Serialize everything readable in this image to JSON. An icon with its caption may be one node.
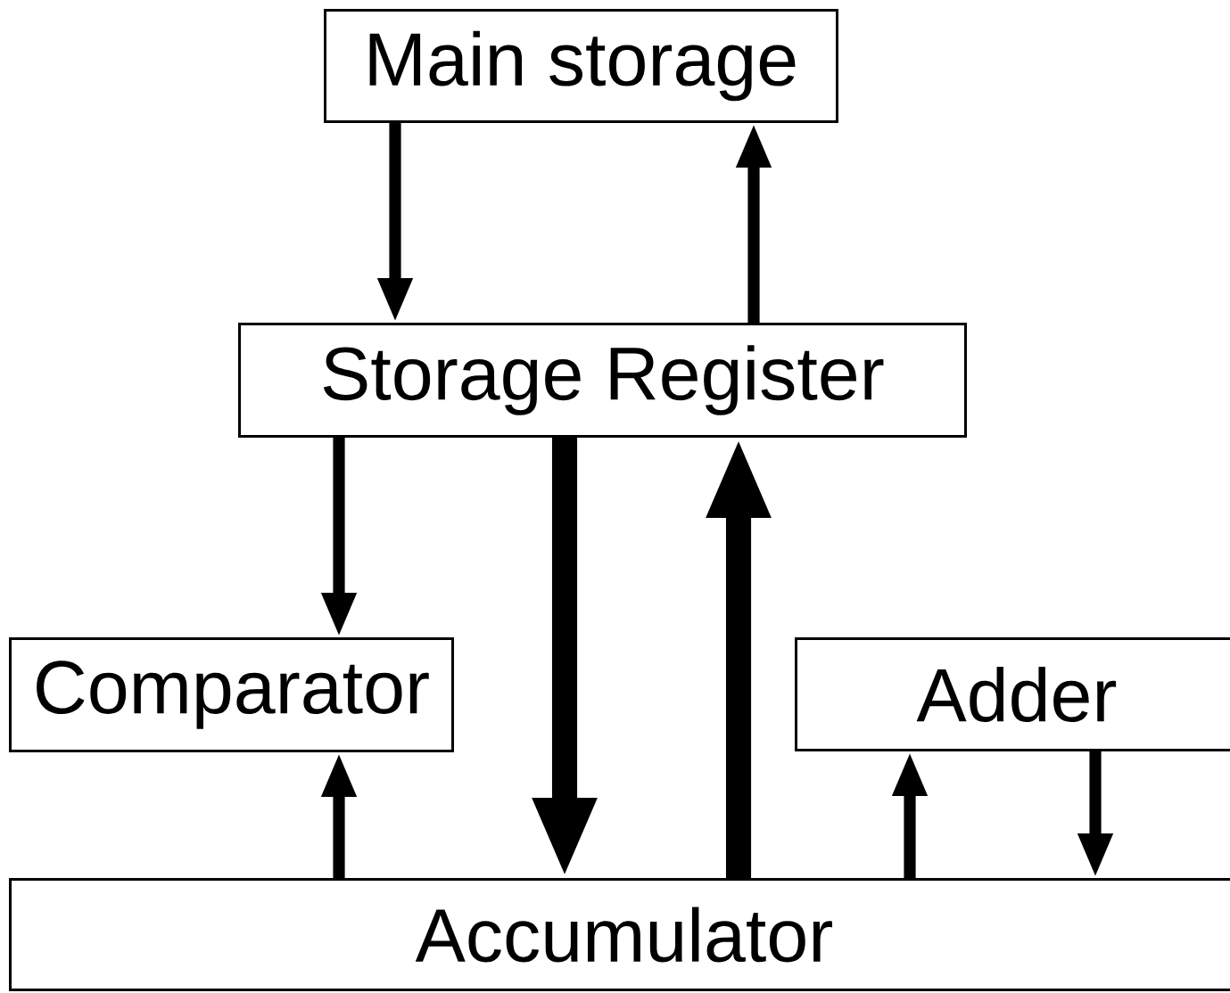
{
  "diagram": {
    "nodes": [
      {
        "text": [
          "Main storage"
        ]
      },
      {
        "text": [
          "Storage Register"
        ]
      },
      {
        "text": [
          "Comparator"
        ]
      },
      {
        "text": [
          "Adder"
        ]
      },
      {
        "text": [
          "Accumulator"
        ]
      }
    ],
    "edges": [
      {
        "from": 0,
        "to": 1,
        "arrow": "to"
      },
      {
        "from": 1,
        "to": 0,
        "arrow": "to"
      },
      {
        "from": 1,
        "to": 2,
        "arrow": "to"
      },
      {
        "from": 1,
        "to": 4,
        "arrow": "to",
        "style": "thick"
      },
      {
        "from": 4,
        "to": 1,
        "arrow": "to",
        "style": "thick"
      },
      {
        "from": 4,
        "to": 2,
        "arrow": "to"
      },
      {
        "from": 4,
        "to": 3,
        "arrow": "to"
      },
      {
        "from": 3,
        "to": 4,
        "arrow": "to"
      }
    ]
  }
}
